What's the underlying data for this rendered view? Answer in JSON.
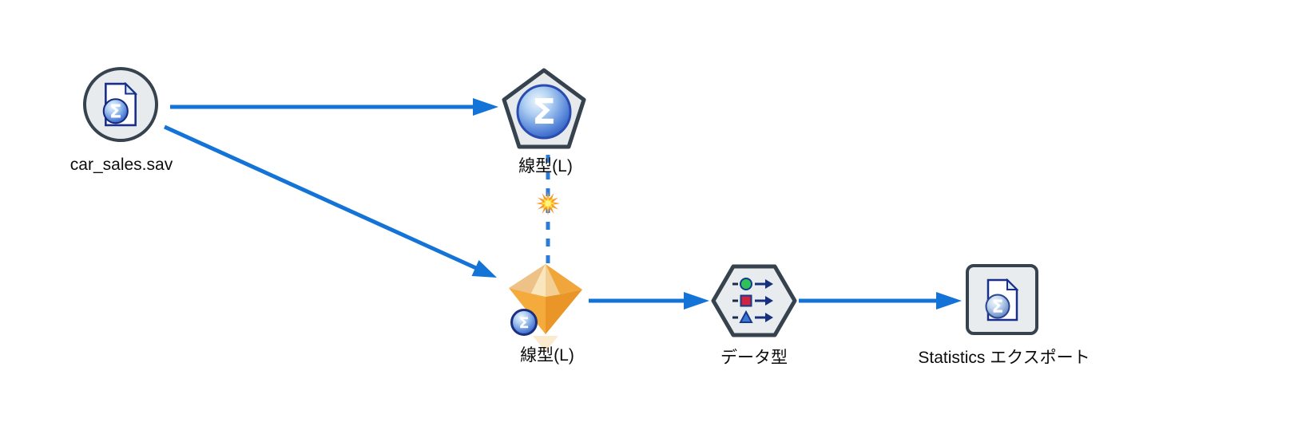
{
  "canvas": {
    "background": "#ffffff",
    "description": "stream canvas with five nodes and connections"
  },
  "icons": {
    "sigma_glyph": "Σ",
    "source_icon": "statistics-file-icon",
    "model_icon": "sigma-sphere-icon",
    "nugget_icon": "gold-gem-with-sigma-badge",
    "type_icon": "field-types-icon",
    "export_icon": "statistics-file-icon",
    "sparkle_icon": "sparkle-burst"
  },
  "nodes": [
    {
      "id": "car-sales-source",
      "label": "car_sales.sav",
      "shape": "circle"
    },
    {
      "id": "linear-model",
      "label": "線型(L)",
      "shape": "pentagon"
    },
    {
      "id": "linear-model-nugget",
      "label": "線型(L)",
      "shape": "gold-gem"
    },
    {
      "id": "type-node",
      "label": "データ型",
      "shape": "hexagon"
    },
    {
      "id": "statistics-export",
      "label": "Statistics エクスポート",
      "shape": "rounded-square"
    }
  ],
  "connections": [
    {
      "from": "car-sales-source",
      "to": "linear-model",
      "style": "solid-arrow"
    },
    {
      "from": "car-sales-source",
      "to": "linear-model-nugget",
      "style": "solid-arrow"
    },
    {
      "from": "linear-model",
      "to": "linear-model-nugget",
      "style": "dashed-model-link-with-sparkle"
    },
    {
      "from": "linear-model-nugget",
      "to": "type-node",
      "style": "solid-arrow"
    },
    {
      "from": "type-node",
      "to": "statistics-export",
      "style": "solid-arrow"
    }
  ],
  "colors": {
    "arrow_blue": "#1473d6",
    "dashed_link_blue": "#2b7bd9",
    "node_border": "#36434f",
    "node_fill": "#e8ebee",
    "sphere_ring": "#1c3a96",
    "gem_gold": "#f0a63a",
    "sparkle_outer": "#f79b2e",
    "sparkle_inner": "#ffdf3b",
    "type_green": "#2fc05a",
    "type_red": "#ce2342",
    "type_blue": "#3f77d9",
    "label_text": "#0d0d0d"
  }
}
